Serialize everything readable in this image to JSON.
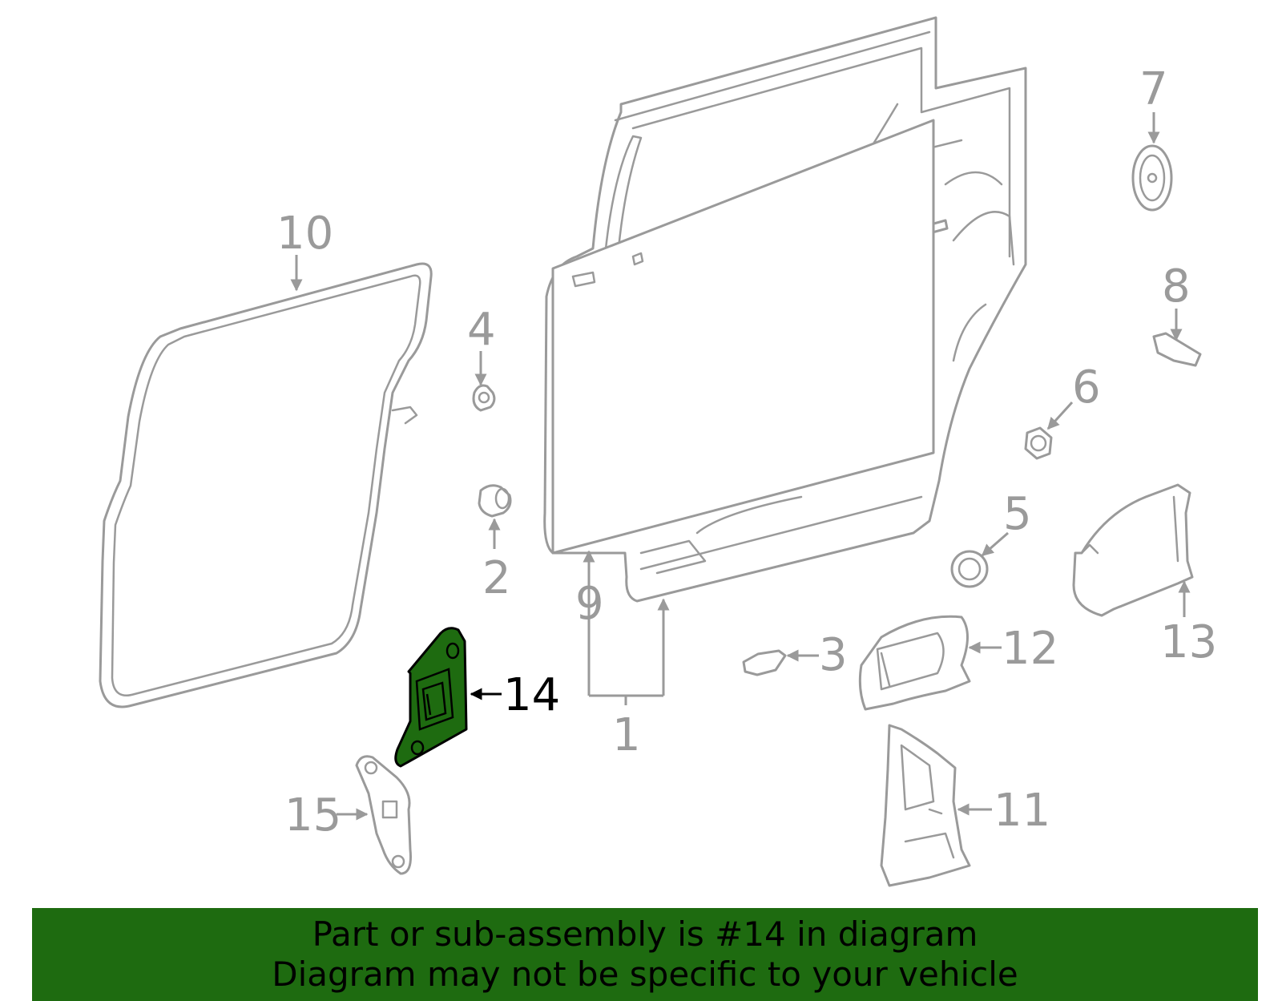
{
  "diagram": {
    "highlighted_part": "14",
    "callouts": {
      "c1": "1",
      "c2": "2",
      "c3": "3",
      "c4": "4",
      "c5": "5",
      "c6": "6",
      "c7": "7",
      "c8": "8",
      "c9": "9",
      "c10": "10",
      "c11": "11",
      "c12": "12",
      "c13": "13",
      "c14": "14",
      "c15": "15"
    },
    "colors": {
      "highlight": "#1e6b10",
      "line": "#9a9a9a",
      "banner": "#1e6b10"
    }
  },
  "banner": {
    "line1": "Part or sub-assembly is #14 in diagram",
    "line2": "Diagram may not be specific to your vehicle"
  }
}
